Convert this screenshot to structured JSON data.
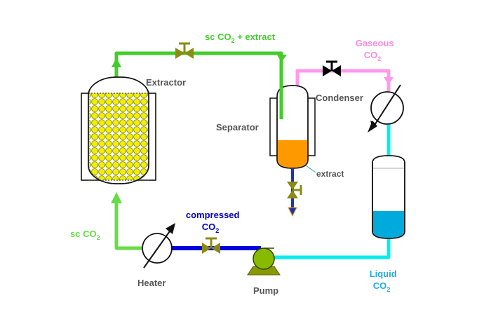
{
  "labels": {
    "extractor": "Extractor",
    "separator": "Separator",
    "condenser": "Condenser",
    "heater": "Heater",
    "pump": "Pump",
    "extract": "extract",
    "sc_co2_extract": {
      "pre": "sc CO",
      "sub": "2",
      "post": " + extract"
    },
    "gaseous_co2": {
      "line1": "Gaseous",
      "line2_pre": "CO",
      "line2_sub": "2"
    },
    "compressed_co2": {
      "line1": "compressed",
      "line2_pre": "CO",
      "line2_sub": "2"
    },
    "sc_co2": {
      "pre": "sc CO",
      "sub": "2"
    },
    "liquid_co2": {
      "line1": "Liquid",
      "line2_pre": "CO",
      "line2_sub": "2"
    }
  },
  "colors": {
    "sc_co2_line": "#44cc2a",
    "sc_co2_label": "#66dd44",
    "gaseous_line": "#ff99ee",
    "gaseous_label": "#ff88dd",
    "compressed_line": "#0000dd",
    "compressed_label": "#0000cc",
    "liquid_line": "#00eeee",
    "liquid_label": "#22aadd",
    "valve_olive": "#8a8a14",
    "valve_black": "#000000",
    "beads": "#f0f000",
    "extract_liquid": "#ff9900",
    "liquid_co2_fill": "#00aadd",
    "pump": "#88bb00",
    "label_gray": "#555555"
  },
  "icons": [
    "valve-icon",
    "heat-exchanger-icon",
    "pump-icon",
    "arrow-icon"
  ]
}
